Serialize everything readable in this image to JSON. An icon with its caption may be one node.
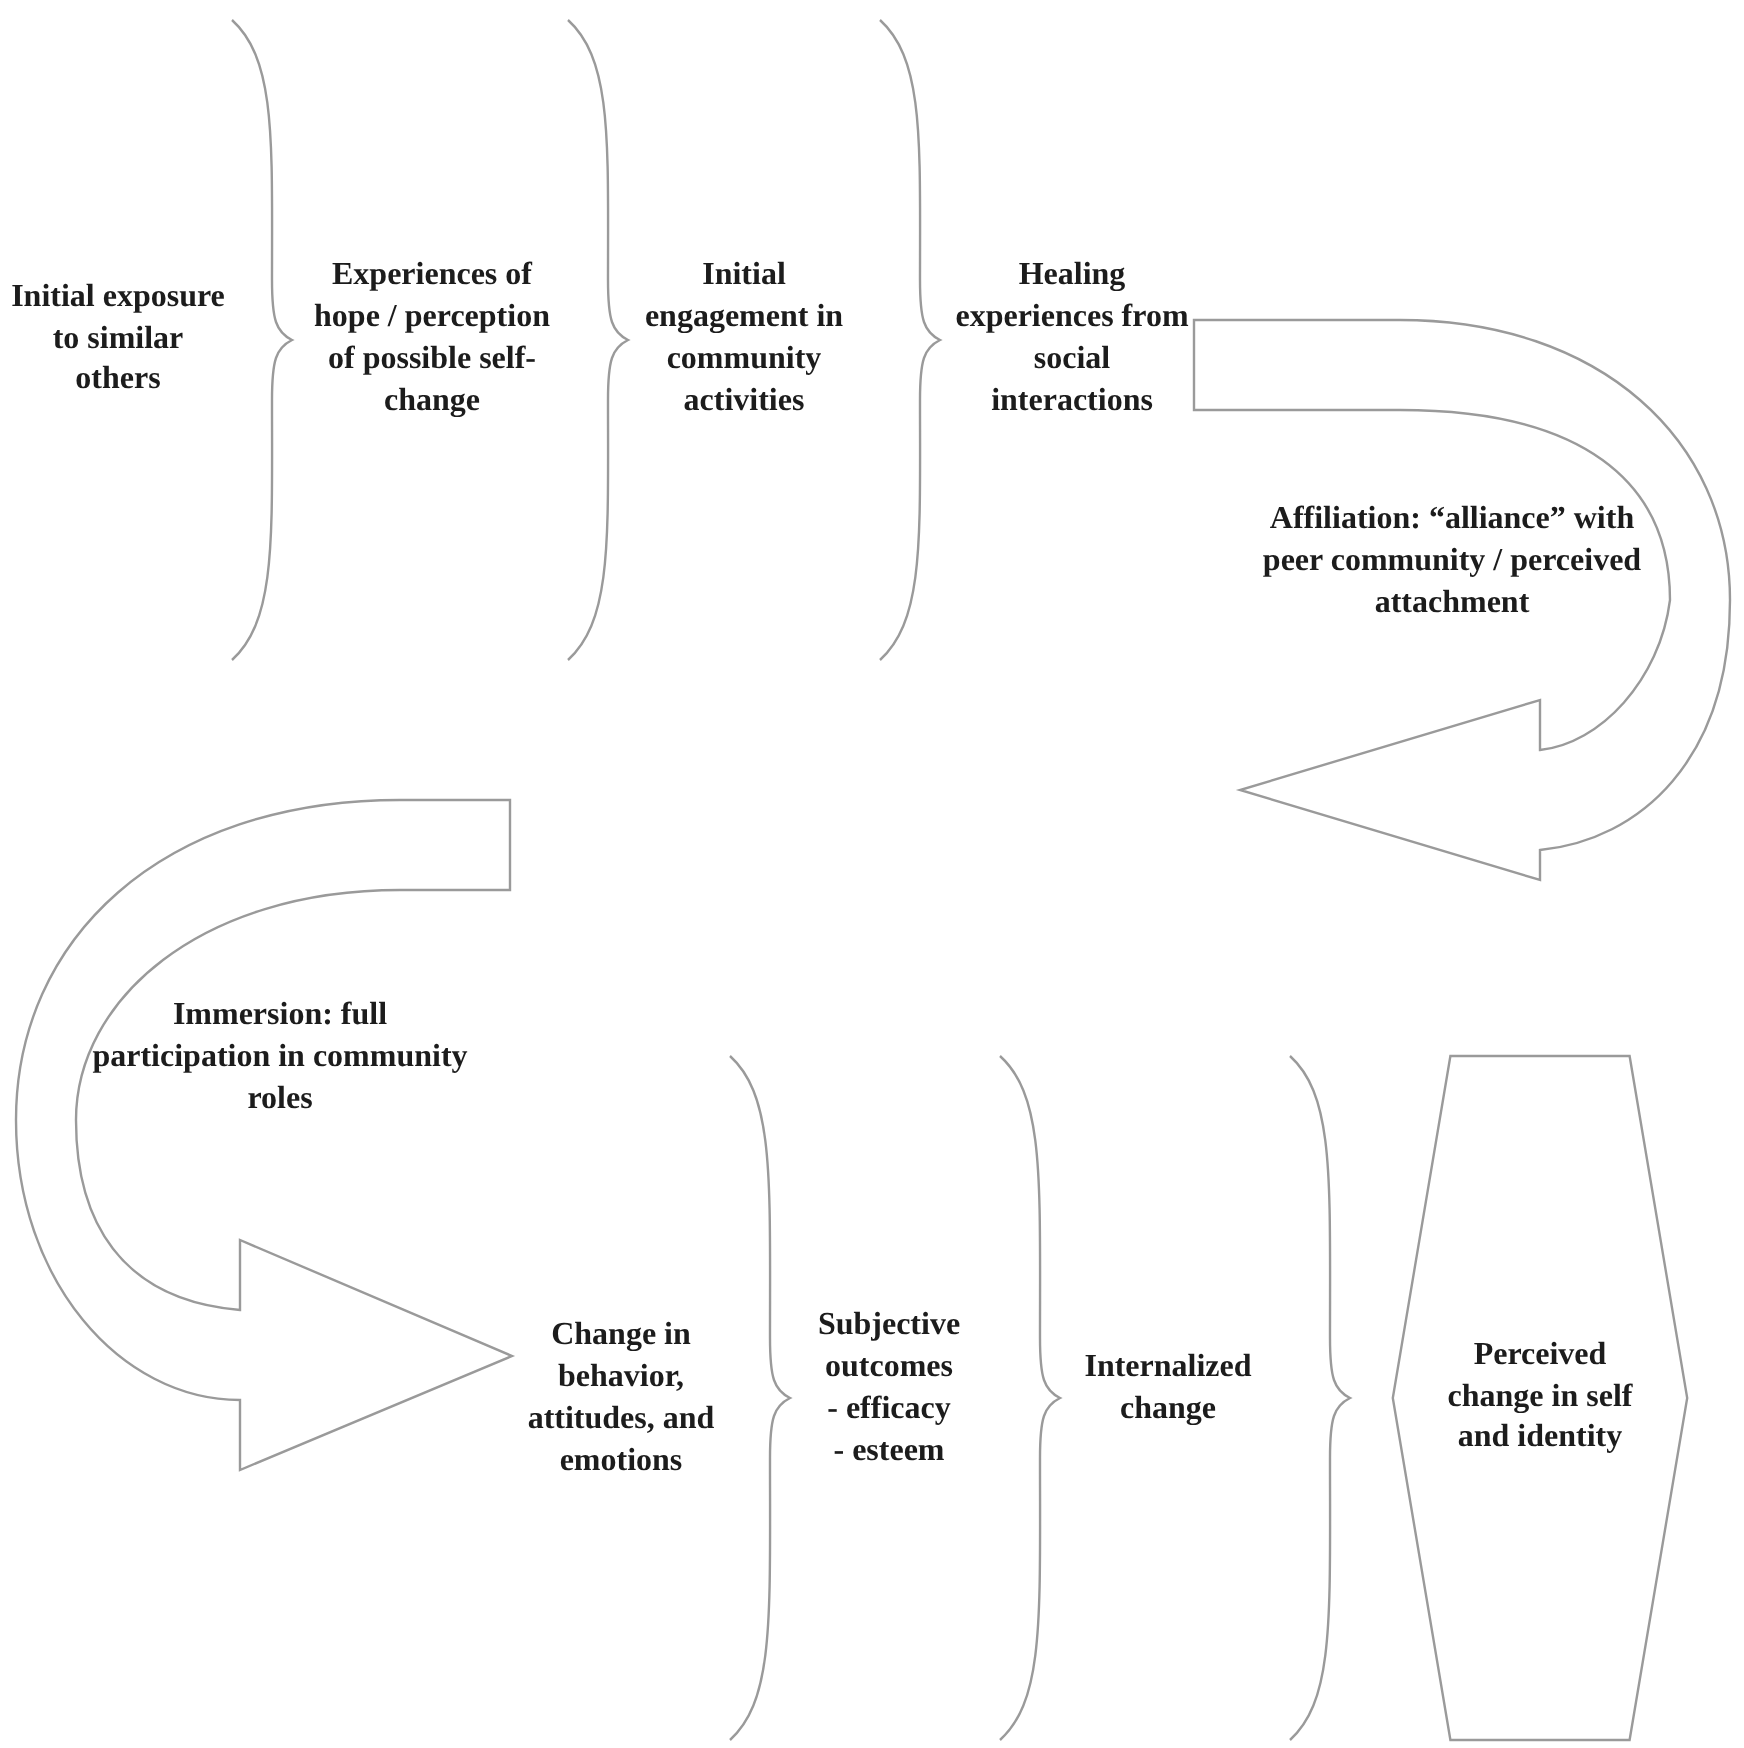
{
  "diagram": {
    "nodes": [
      {
        "text": [
          "Initial exposure to similar others"
        ]
      },
      {
        "text": [
          "Experiences of hope / perception of possible self-change"
        ]
      },
      {
        "text": [
          "Initial engagement in community activities"
        ]
      },
      {
        "text": [
          "Healing experiences from social interactions"
        ]
      },
      {
        "text": [
          "Affiliation: “alliance” with peer community / perceived attachment"
        ]
      },
      {
        "text": [
          "Immersion: full participation in community roles"
        ]
      },
      {
        "text": [
          "Change in behavior, attitudes, and emotions"
        ]
      },
      {
        "text": [
          "Subjective outcomes",
          "- efficacy",
          "- esteem"
        ]
      },
      {
        "text": [
          "Internalized change"
        ]
      },
      {
        "text": [
          "Perceived change in self and identity"
        ]
      }
    ]
  }
}
